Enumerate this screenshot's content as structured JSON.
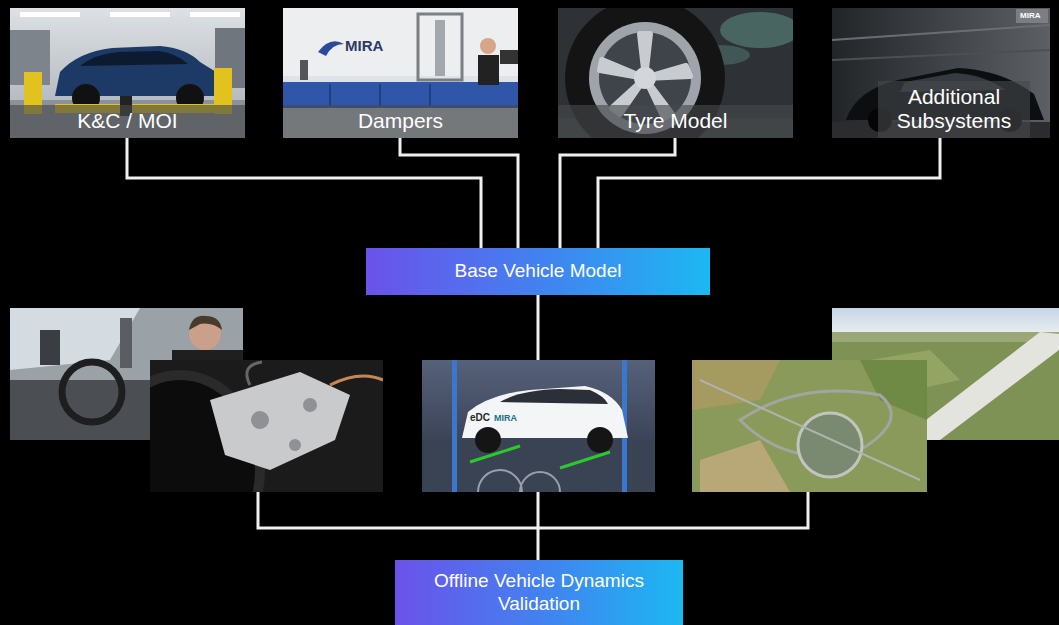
{
  "diagram": {
    "nodes": [
      {
        "text": [
          "K&C / MOI"
        ]
      },
      {
        "text": [
          "Dampers"
        ]
      },
      {
        "text": [
          "Tyre Model"
        ]
      },
      {
        "text": [
          "Additional Subsystems"
        ]
      },
      {
        "text": [
          "Base Vehicle Model"
        ]
      },
      {
        "text": [
          "Offline Vehicle Dynamics Validation"
        ]
      }
    ],
    "edges": [
      {
        "from": 0,
        "to": 4,
        "arrow": "none"
      },
      {
        "from": 1,
        "to": 4,
        "arrow": "none"
      },
      {
        "from": 2,
        "to": 4,
        "arrow": "none"
      },
      {
        "from": 3,
        "to": 4,
        "arrow": "none"
      },
      {
        "from": 4,
        "to": 5,
        "arrow": "none"
      }
    ],
    "labels": [
      "MIRA",
      "MIRA",
      "eDC",
      "MIRA"
    ]
  }
}
